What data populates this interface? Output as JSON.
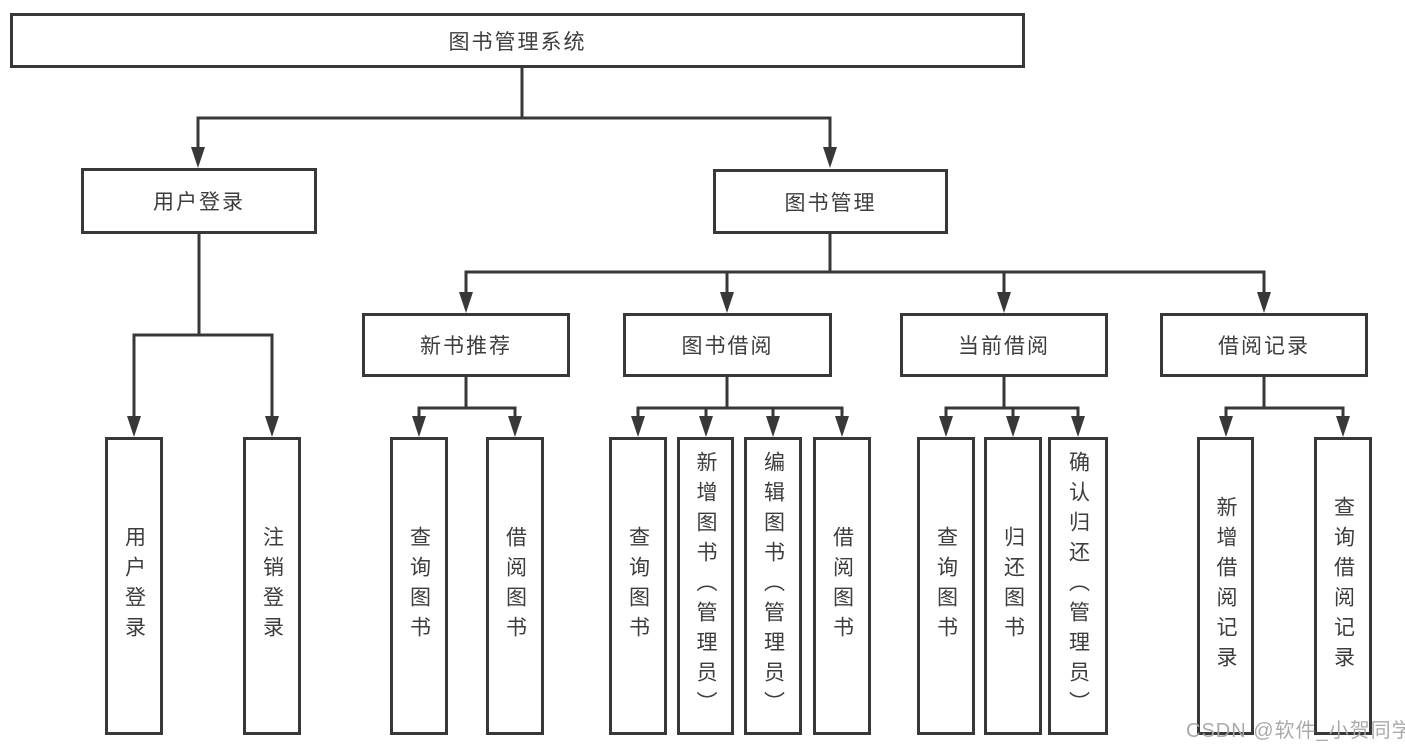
{
  "diagram": {
    "title": "图书管理系统",
    "level1": [
      {
        "label": "用户登录"
      },
      {
        "label": "图书管理"
      }
    ],
    "level2": [
      {
        "label": "新书推荐"
      },
      {
        "label": "图书借阅"
      },
      {
        "label": "当前借阅"
      },
      {
        "label": "借阅记录"
      }
    ],
    "leaves": {
      "user_login": [
        {
          "label": "用户登录"
        },
        {
          "label": "注销登录"
        }
      ],
      "new_book": [
        {
          "label": "查询图书"
        },
        {
          "label": "借阅图书"
        }
      ],
      "book_borrow": [
        {
          "label": "查询图书"
        },
        {
          "label": "新增图书（管理员）"
        },
        {
          "label": "编辑图书（管理员）"
        },
        {
          "label": "借阅图书"
        }
      ],
      "current_borrow": [
        {
          "label": "查询图书"
        },
        {
          "label": "归还图书"
        },
        {
          "label": "确认归还（管理员）"
        }
      ],
      "borrow_record": [
        {
          "label": "新增借阅记录"
        },
        {
          "label": "查询借阅记录"
        }
      ]
    }
  },
  "watermark": {
    "text": "CSDN @软件_小贺同学"
  },
  "colors": {
    "line": "#383838",
    "text": "#3d3d3d",
    "watermark": "#a5a5a5",
    "background": "#ffffff"
  }
}
